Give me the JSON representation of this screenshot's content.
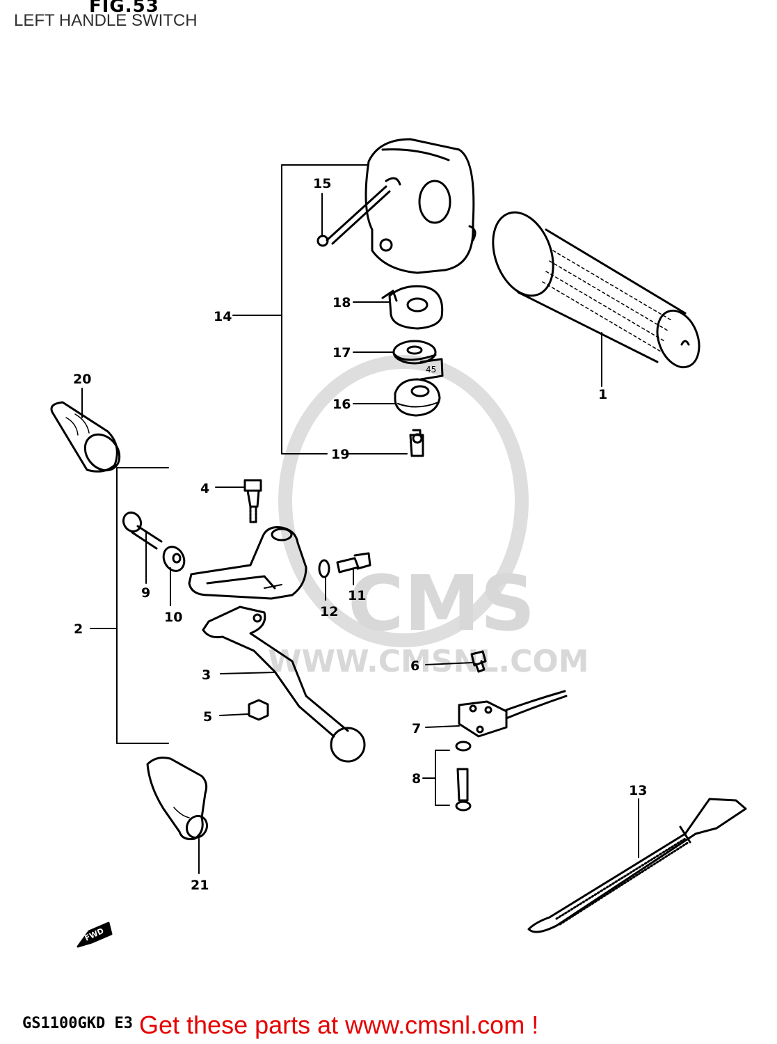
{
  "header": {
    "figure_number": "FIG.53",
    "title": "LEFT HANDLE SWITCH"
  },
  "watermark": {
    "brand": "CMS",
    "url": "WWW.CMSNL.COM"
  },
  "footer": {
    "model_code": "GS1100GKD E3",
    "call_to_action": "Get these parts at www.cmsnl.com !"
  },
  "direction_marker": "FWD",
  "callouts": [
    "1",
    "2",
    "3",
    "4",
    "5",
    "6",
    "7",
    "8",
    "9",
    "10",
    "11",
    "12",
    "13",
    "14",
    "15",
    "16",
    "17",
    "18",
    "19",
    "20",
    "21"
  ],
  "part_stamp": "45",
  "colors": {
    "ink": "#000000",
    "cta": "#e60000",
    "watermark": "#d8d8d8"
  }
}
